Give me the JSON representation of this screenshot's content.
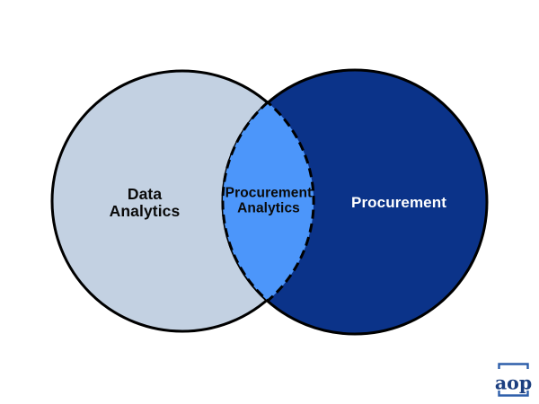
{
  "venn": {
    "left": {
      "label": "Data Analytics",
      "lines": [
        "Data",
        "Analytics"
      ],
      "fill": "#C3D1E2",
      "stroke": "#000000",
      "label_color": "#0A0A0A"
    },
    "overlap": {
      "label": "Procurement Analytics",
      "lines": [
        "Procurement",
        "Analytics"
      ],
      "fill": "#4C96FA",
      "stroke": "#000000",
      "border_style": "dashed",
      "label_color": "#0A0A0A"
    },
    "right": {
      "label": "Procurement",
      "lines": [
        "Procurement"
      ],
      "fill": "#0B3389",
      "stroke": "#000000",
      "label_color": "#FFFFFF"
    }
  },
  "logo": {
    "text": "aop",
    "text_color": "#1C3F80",
    "bracket_color": "#2E5FAA"
  }
}
